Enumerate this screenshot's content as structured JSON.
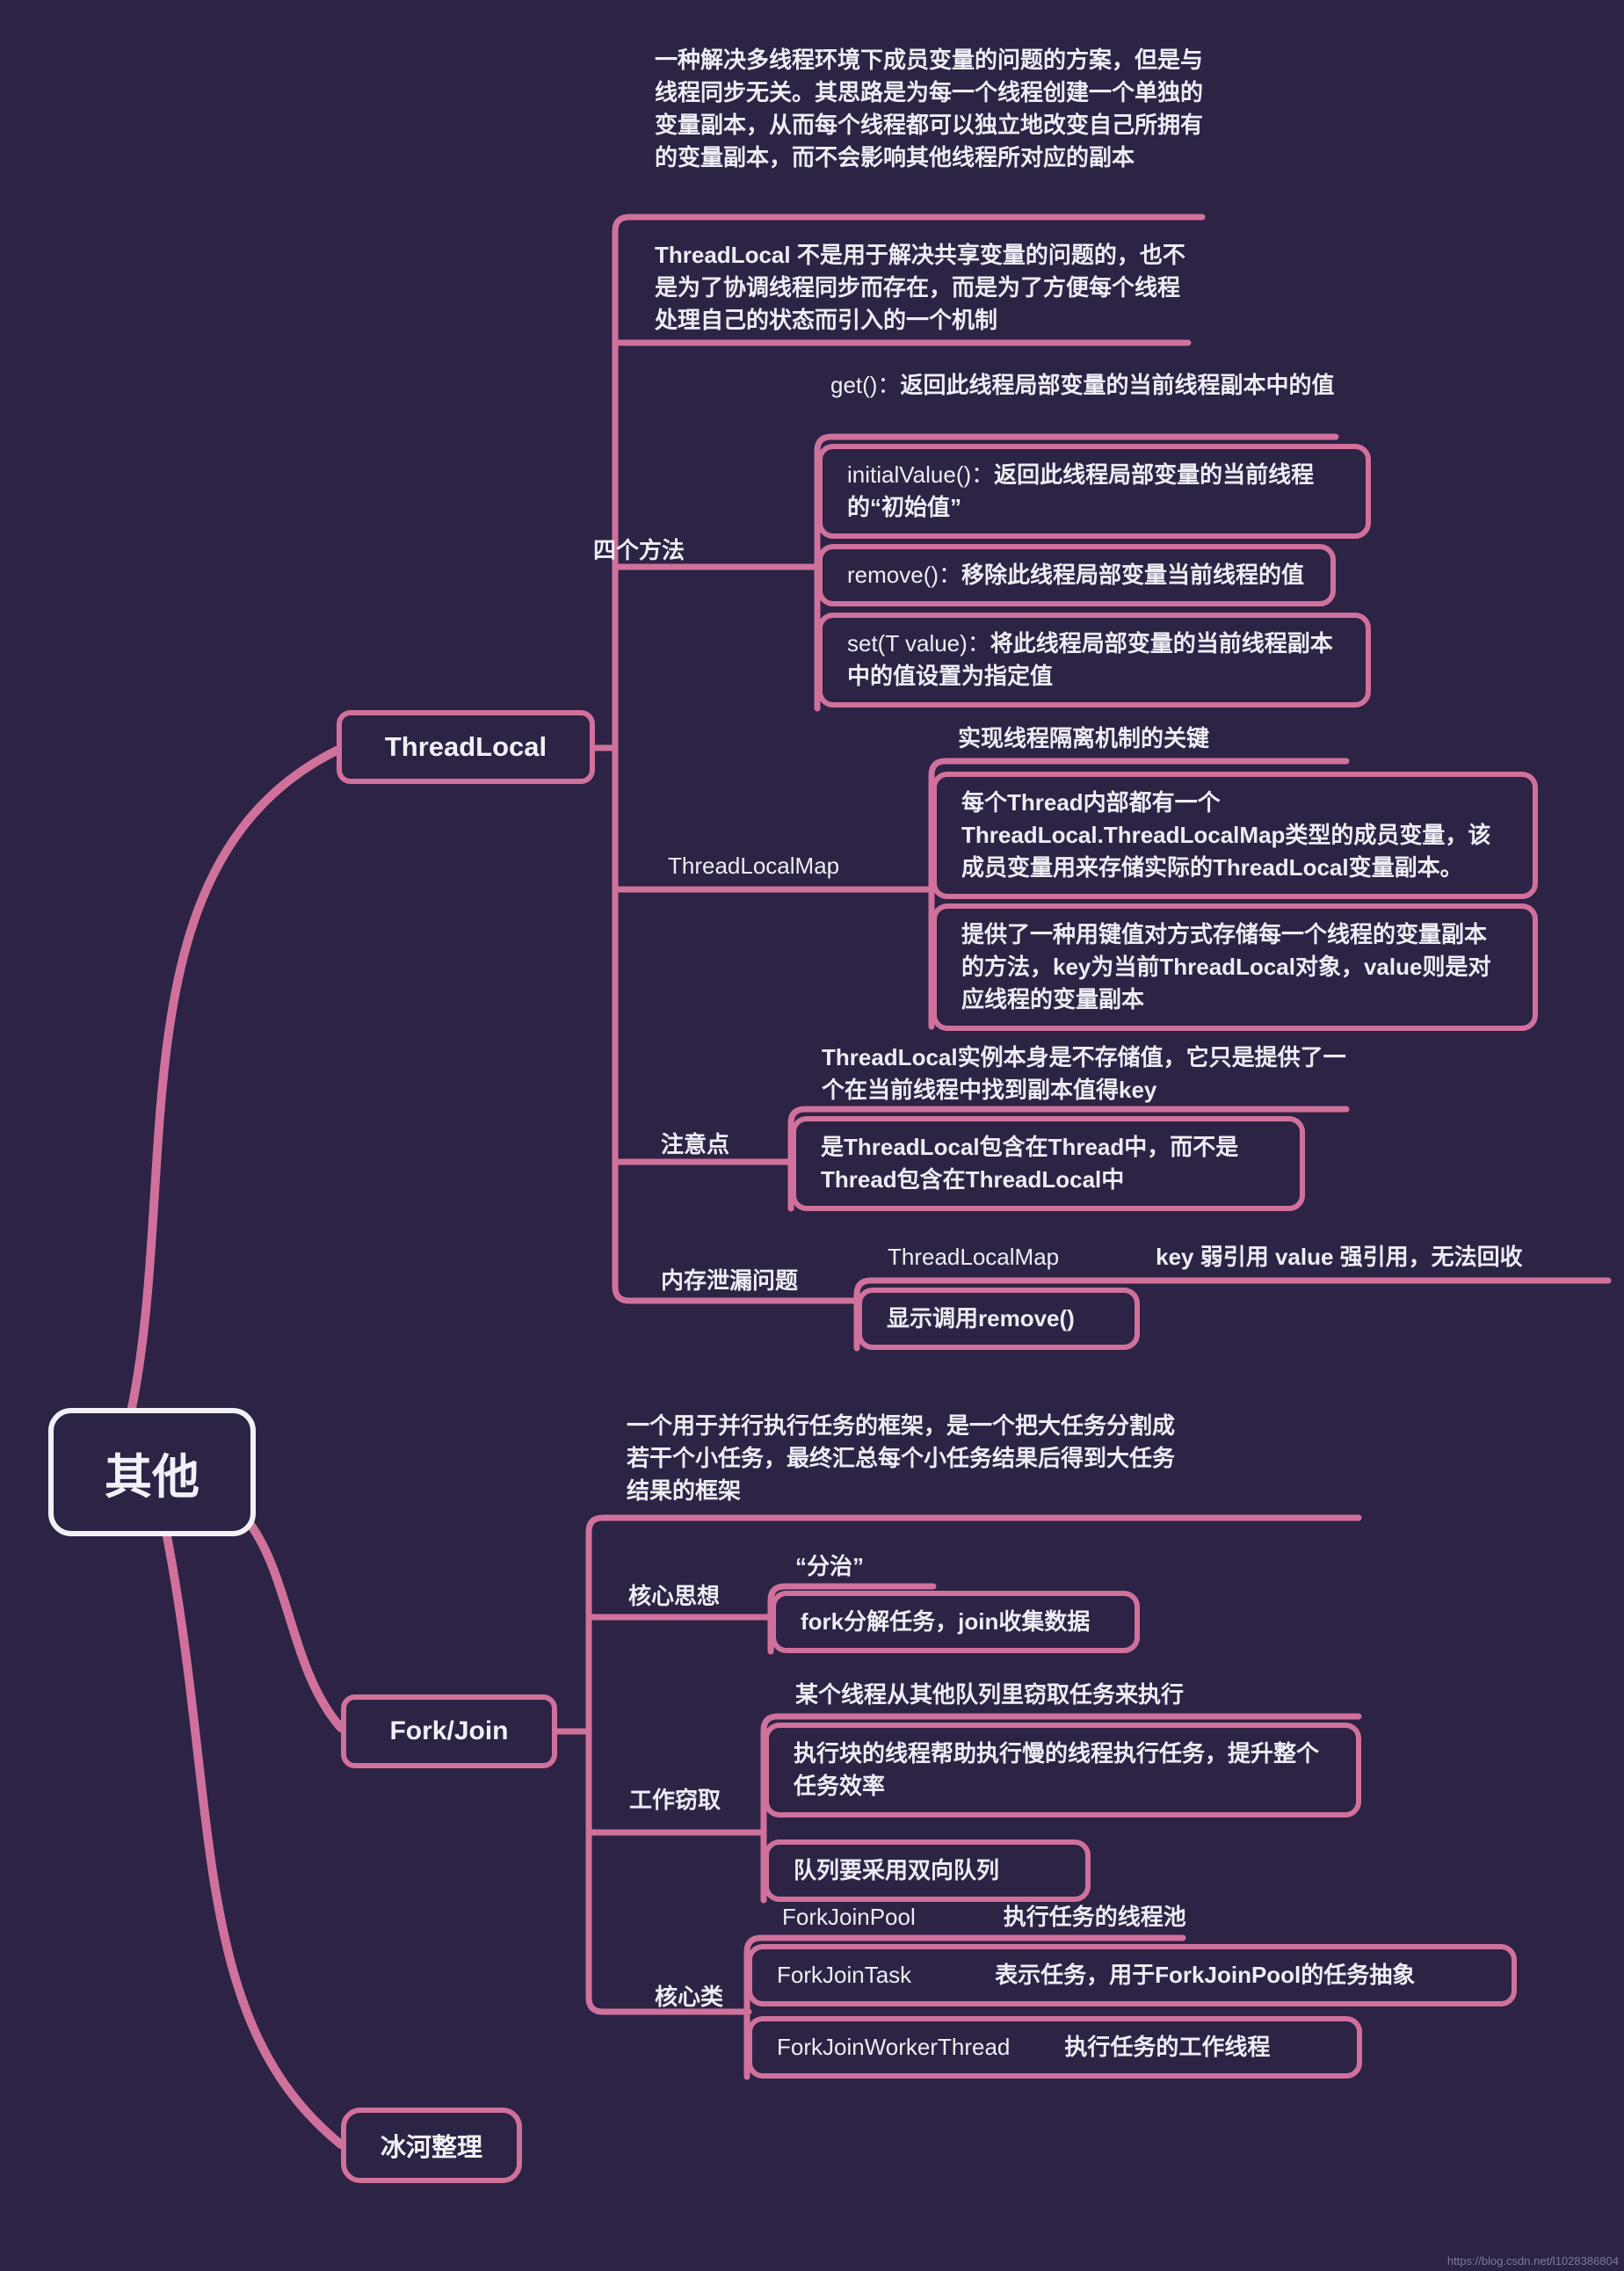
{
  "theme": {
    "background": "#2c2345",
    "branch_pink": "#d0719c",
    "root_border_white": "#f2f0f6",
    "text_color": "#efecf4"
  },
  "watermark": "https://blog.csdn.net/l1028386804",
  "root": {
    "label": "其他"
  },
  "threadlocal": {
    "title": "ThreadLocal",
    "desc1": "一种解决多线程环境下成员变量的问题的方案，但是与线程同步无关。其思路是为每一个线程创建一个单独的变量副本，从而每个线程都可以独立地改变自己所拥有的变量副本，而不会影响其他线程所对应的副本",
    "desc2": "ThreadLocal 不是用于解决共享变量的问题的，也不是为了协调线程同步而存在，而是为了方便每个线程处理自己的状态而引入的一个机制",
    "methods": {
      "label": "四个方法",
      "get_code": "get()：",
      "get_desc": "返回此线程局部变量的当前线程副本中的值",
      "initial_code": "initialValue()：",
      "initial_desc": "返回此线程局部变量的当前线程的“初始值”",
      "remove_code": "remove()：",
      "remove_desc": "移除此线程局部变量当前线程的值",
      "set_code": "set(T value)：",
      "set_desc": "将此线程局部变量的当前线程副本中的值设置为指定值"
    },
    "map": {
      "label": "ThreadLocalMap",
      "point1": "实现线程隔离机制的关键",
      "point2": "每个Thread内部都有一个ThreadLocal.ThreadLocalMap类型的成员变量，该成员变量用来存储实际的ThreadLocal变量副本。",
      "point3": "提供了一种用键值对方式存储每一个线程的变量副本的方法，key为当前ThreadLocal对象，value则是对应线程的变量副本"
    },
    "notes": {
      "label": "注意点",
      "point1": "ThreadLocal实例本身是不存储值，它只是提供了一个在当前线程中找到副本值得key",
      "point2": "是ThreadLocal包含在Thread中，而不是Thread包含在ThreadLocal中"
    },
    "leak": {
      "label": "内存泄漏问题",
      "row_code": "ThreadLocalMap",
      "row_desc": "key 弱引用 value 强引用，无法回收",
      "point2": "显示调用remove()"
    }
  },
  "forkjoin": {
    "title": "Fork/Join",
    "desc": "一个用于并行执行任务的框架，是一个把大任务分割成若干个小任务，最终汇总每个小任务结果后得到大任务结果的框架",
    "idea": {
      "label": "核心思想",
      "point1": "“分治”",
      "point2": "fork分解任务，join收集数据"
    },
    "steal": {
      "label": "工作窃取",
      "point1": "某个线程从其他队列里窃取任务来执行",
      "point2": "执行块的线程帮助执行慢的线程执行任务，提升整个任务效率",
      "point3": "队列要采用双向队列"
    },
    "classes": {
      "label": "核心类",
      "row1_code": "ForkJoinPool",
      "row1_desc": "执行任务的线程池",
      "row2_code": "ForkJoinTask",
      "row2_desc": "表示任务，用于ForkJoinPool的任务抽象",
      "row3_code": "ForkJoinWorkerThread",
      "row3_desc": "执行任务的工作线程"
    }
  },
  "footer": {
    "label": "冰河整理"
  }
}
